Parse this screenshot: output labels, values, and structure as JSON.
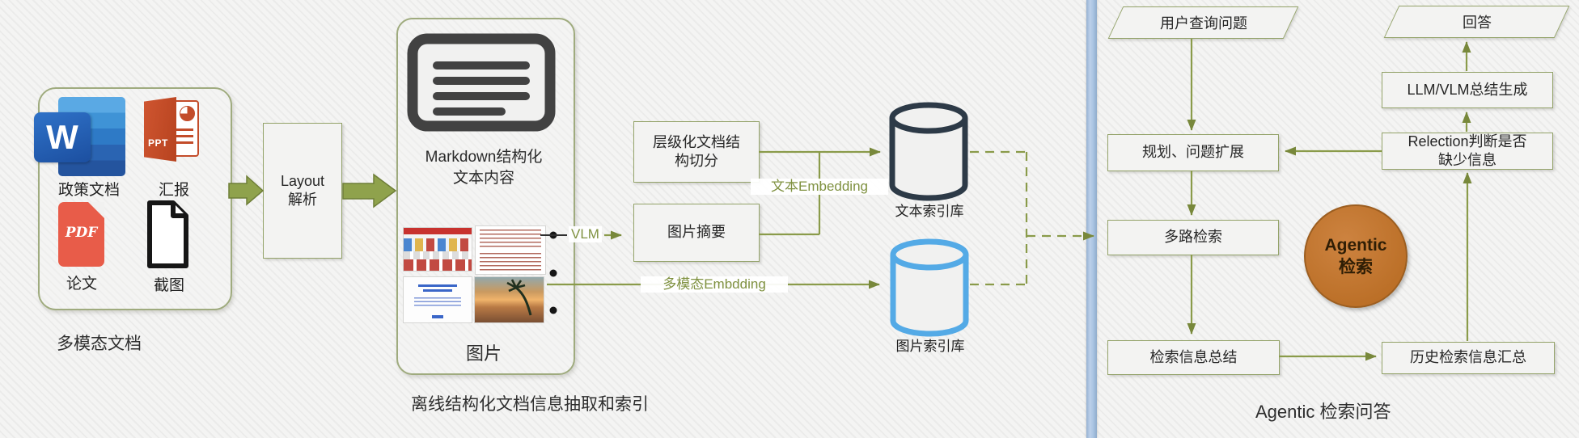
{
  "offline": {
    "docs_panel": {
      "caption": "多模态文档",
      "items": [
        {
          "icon": "word-file-icon",
          "label": "政策文档"
        },
        {
          "icon": "ppt-file-icon",
          "label": "汇报"
        },
        {
          "icon": "pdf-file-icon",
          "label": "论文"
        },
        {
          "icon": "screenshot-file-icon",
          "label": "截图"
        }
      ],
      "word_icon_text": "W",
      "ppt_icon_text": "PPT",
      "pdf_icon_text": "PDF"
    },
    "layout_box": {
      "label": "Layout\n解析"
    },
    "markdown_panel": {
      "title": "Markdown结构化\n文本内容",
      "caption": "图片"
    },
    "vlm_label": "VLM",
    "chunk_box": {
      "label": "层级化文档结\n构切分"
    },
    "image_summary_box": {
      "label": "图片摘要"
    },
    "text_embedding_label": "文本Embedding",
    "multimodal_embedding_label": "多模态Embdding",
    "text_index_db": {
      "label": "文本索引库"
    },
    "image_index_db": {
      "label": "图片索引库"
    },
    "section_caption": "离线结构化文档信息抽取和索引"
  },
  "agentic": {
    "query_node": "用户查询问题",
    "answer_node": "回答",
    "plan_box": "规划、问题扩展",
    "multi_retrieval_box": "多路检索",
    "retrieval_summary_box": "检索信息总结",
    "history_box": "历史检索信息汇总",
    "reflection_box": "Relection判断是否\n缺少信息",
    "llm_box": "LLM/VLM总结生成",
    "agentic_circle": "Agentic\n检索",
    "section_caption": "Agentic 检索问答"
  },
  "colors": {
    "olive_line": "#8a9b4a",
    "text_db": "#2d3a47",
    "image_db": "#54aae6",
    "agentic_orange": "#c0772e",
    "divider_blue": "#a9c4e2"
  }
}
